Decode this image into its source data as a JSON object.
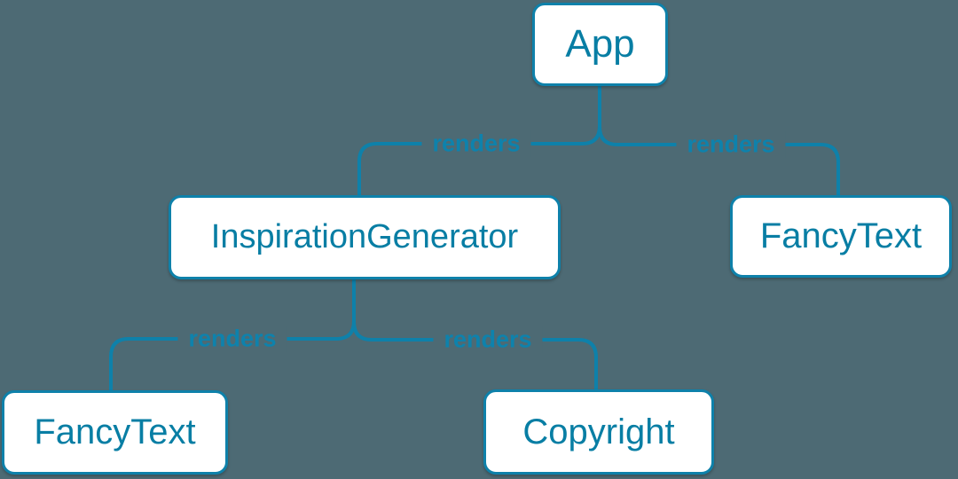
{
  "diagram": {
    "title": "react-render-tree",
    "nodes": [
      {
        "id": "app",
        "label": "App"
      },
      {
        "id": "inspiration-generator",
        "label": "InspirationGenerator"
      },
      {
        "id": "fancy-text-top",
        "label": "FancyText"
      },
      {
        "id": "fancy-text-bottom",
        "label": "FancyText"
      },
      {
        "id": "copyright",
        "label": "Copyright"
      }
    ],
    "edges": [
      {
        "from": "App",
        "to": "InspirationGenerator",
        "label": "renders"
      },
      {
        "from": "App",
        "to": "FancyText",
        "label": "renders"
      },
      {
        "from": "InspirationGenerator",
        "to": "FancyText",
        "label": "renders"
      },
      {
        "from": "InspirationGenerator",
        "to": "Copyright",
        "label": "renders"
      }
    ],
    "colors": {
      "background": "#4d6a74",
      "node_fill": "#ffffff",
      "node_border": "#0e81aa",
      "node_text": "#087ea4",
      "edge": "#0e81aa",
      "edge_label_text": "#0e82ac"
    }
  }
}
